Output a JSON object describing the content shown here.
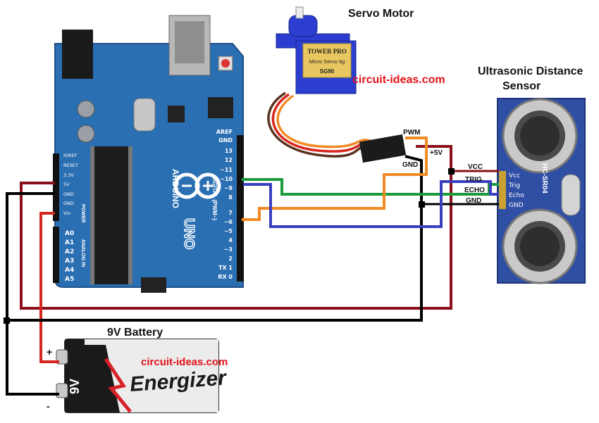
{
  "titles": {
    "servo": "Servo Motor",
    "sensor_line1": "Ultrasonic Distance",
    "sensor_line2": "Sensor",
    "battery": "9V Battery"
  },
  "watermarks": [
    "circuit-ideas.com",
    "circuit-ideas.com"
  ],
  "servo": {
    "brand": "TOWER PRO",
    "label": "Micro Servo 9g",
    "model": "SG90",
    "wire_labels": {
      "pwm": "PWM",
      "plus5v": "+5V",
      "gnd": "GND"
    }
  },
  "sensor": {
    "header_labels": [
      "VCC",
      "TRIG",
      "ECHO",
      "GND"
    ],
    "pins": [
      "Vcc",
      "Trig",
      "Echo",
      "GND"
    ],
    "model": "HC-SR04"
  },
  "arduino": {
    "name": "ARDUINO",
    "model": "UNO",
    "power_pins": [
      "IOREF",
      "RESET",
      "3.3V",
      "5V",
      "GND",
      "GND",
      "Vin"
    ],
    "analog_pins": [
      "A0",
      "A1",
      "A2",
      "A3",
      "A4",
      "A5"
    ],
    "digital_pins": [
      "AREF",
      "GND",
      "13",
      "12",
      "~11",
      "~10",
      "~9",
      "8",
      "7",
      "~6",
      "~5",
      "4",
      "~3",
      "2",
      "TX 1",
      "RX 0"
    ],
    "labels": {
      "power": "POWER",
      "analog": "ANALOG IN",
      "digital": "DIGITAL (PWM~)"
    }
  },
  "battery": {
    "brand": "Energizer",
    "voltage": "9V",
    "plus": "+",
    "minus": "-"
  },
  "colors": {
    "red_wire": "#8b0f1a",
    "black_wire": "#000000",
    "green_wire": "#1a9b3c",
    "orange_wire": "#f08a24",
    "blue_wire": "#3a3fbf",
    "arduino_board": "#2b6fb3",
    "sensor_board": "#2f4fa5",
    "servo_body": "#2b3ed0",
    "watermark": "#e0131a"
  }
}
